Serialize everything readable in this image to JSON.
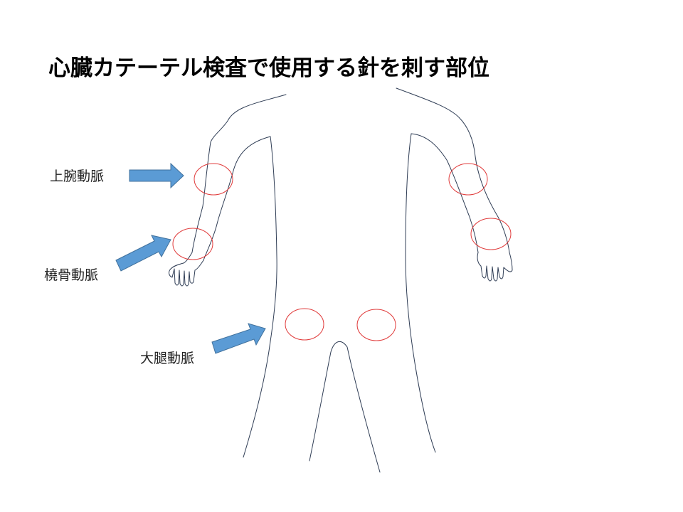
{
  "title": "心臓カテーテル検査で使用する針を刺す部位",
  "labels": {
    "brachial": "上腕動脈",
    "radial": "橈骨動脈",
    "femoral": "大腿動脈"
  },
  "colors": {
    "outline": "#2f3d55",
    "circle": "#e03c3c",
    "arrow_fill": "#5b9bd5",
    "arrow_stroke": "#41719c"
  }
}
